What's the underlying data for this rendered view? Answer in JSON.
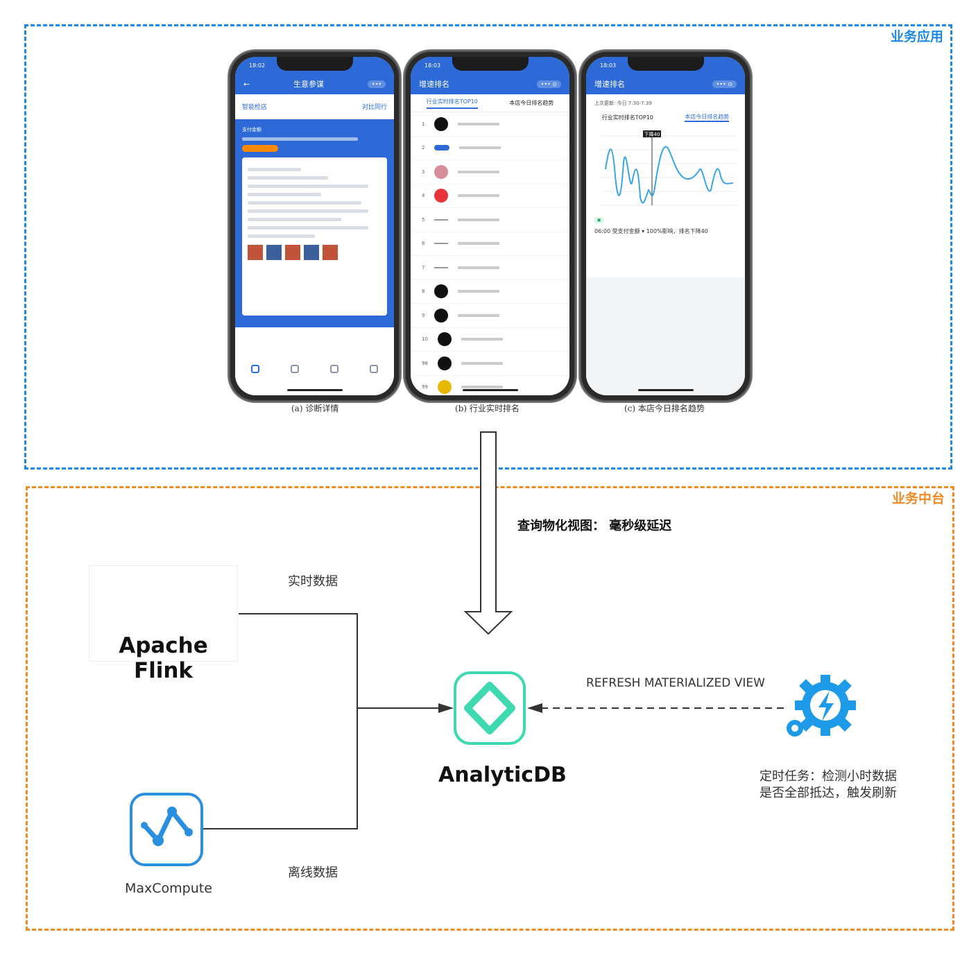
{
  "regions": {
    "top_label": "业务应用",
    "bottom_label": "业务中台"
  },
  "phones": {
    "a": {
      "status_time": "18:02",
      "title": "生意参谋",
      "brand": "智能检店",
      "compare": "对比同行",
      "metric": "支付金额",
      "caption": "(a) 诊断详情"
    },
    "b": {
      "status_time": "18:03",
      "title": "增速排名",
      "tab1": "行业实时排名TOP10",
      "tab2": "本店今日排名趋势",
      "ranks": [
        "1",
        "2",
        "3",
        "4",
        "5",
        "6",
        "7",
        "8",
        "9",
        "10",
        "98",
        "99"
      ],
      "caption": "(b) 行业实时排名"
    },
    "c": {
      "status_time": "18:03",
      "title": "增速排名",
      "period": "上次更新: 今日 7:30-7:39",
      "tab1": "行业实时排名TOP10",
      "tab2": "本店今日排名趋势",
      "marker": "下降40",
      "note": "06:00 受支付金额 ▾ 100%影响，排名下降40",
      "caption": "(c) 本店今日排名趋势"
    }
  },
  "flow": {
    "query_label": "查询物化视图：",
    "query_latency": "毫秒级延迟",
    "realtime_label": "实时数据",
    "offline_label": "离线数据",
    "refresh_label": "REFRESH MATERIALIZED VIEW",
    "task_line1": "定时任务：检测小时数据",
    "task_line2": "是否全部抵达，触发刷新"
  },
  "components": {
    "flink": "Apache Flink",
    "analyticdb": "AnalyticDB",
    "maxcompute": "MaxCompute"
  },
  "colors": {
    "top_region": "#1e88e5",
    "bottom_region": "#f08a24",
    "analyticdb": "#3ed9b0",
    "maxcompute": "#2b8fe0",
    "scheduler": "#1e9be8"
  }
}
